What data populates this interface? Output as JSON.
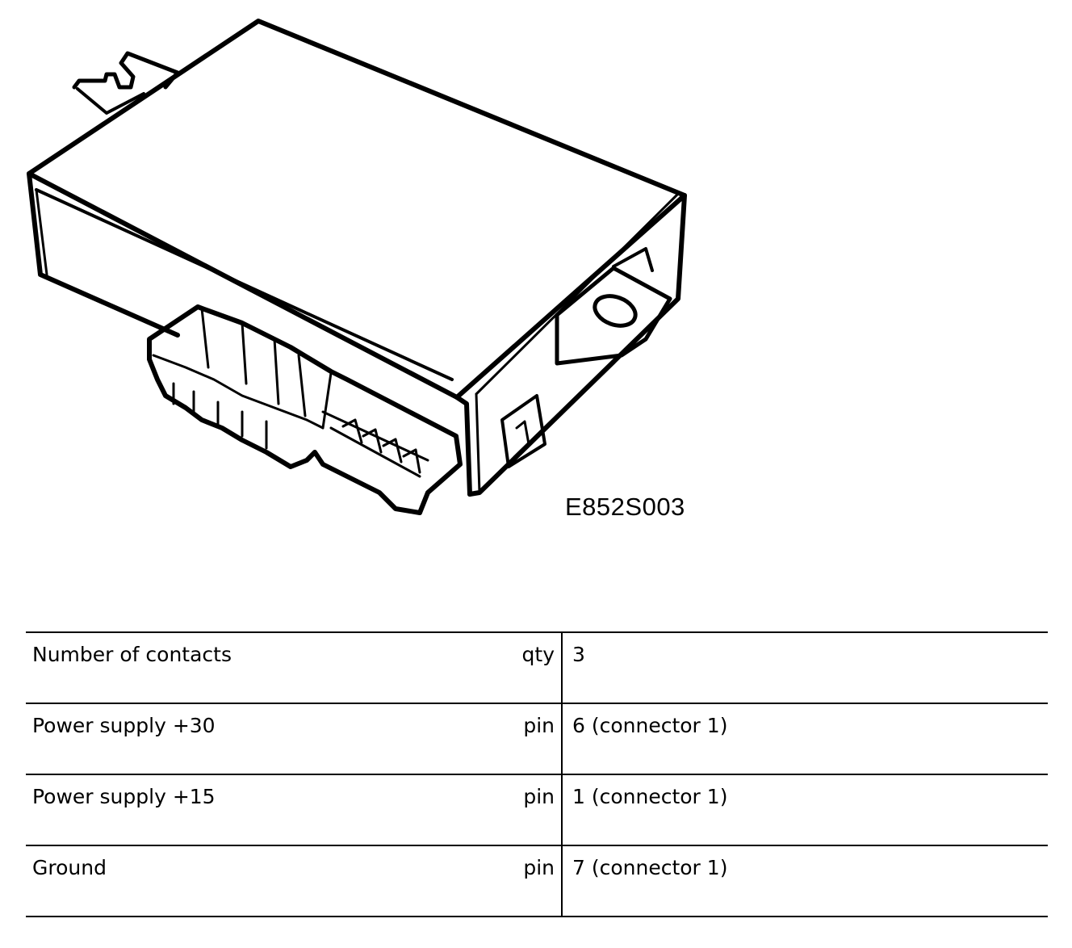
{
  "figure": {
    "code": "E852S003"
  },
  "specs": [
    {
      "label": "Number of contacts",
      "unit": "qty",
      "value": "3"
    },
    {
      "label": "Power supply +30",
      "unit": "pin",
      "value": "6 (connector 1)"
    },
    {
      "label": "Power supply +15",
      "unit": "pin",
      "value": "1 (connector 1)"
    },
    {
      "label": "Ground",
      "unit": "pin",
      "value": "7 (connector 1)"
    }
  ]
}
